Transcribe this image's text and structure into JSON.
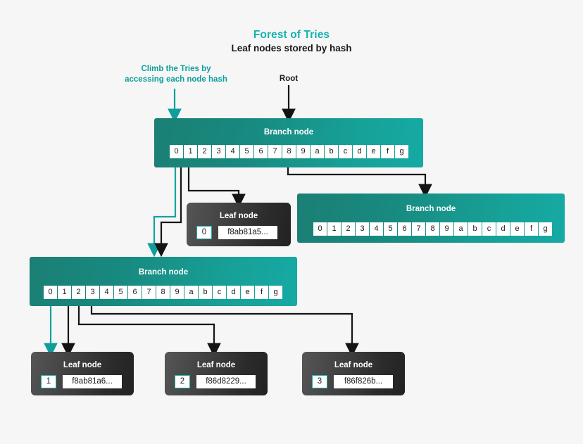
{
  "background_color": "#f6f6f6",
  "colors": {
    "accent_teal": "#15b3b0",
    "branch_teal_dark": "#1b7f74",
    "branch_teal_light": "#15aaa4",
    "leaf_dark": "#2b2b2b",
    "arrow_black": "#141414",
    "arrow_teal": "#0f9e9b"
  },
  "header": {
    "title": "Forest of Tries",
    "subtitle": "Leaf nodes stored by hash"
  },
  "annotations": {
    "climb": "Climb the Tries by\naccessing each node hash",
    "root": "Root"
  },
  "branch_label": "Branch node",
  "leaf_label": "Leaf node",
  "nibbles": [
    "0",
    "1",
    "2",
    "3",
    "4",
    "5",
    "6",
    "7",
    "8",
    "9",
    "a",
    "b",
    "c",
    "d",
    "e",
    "f",
    "g"
  ],
  "nodes": {
    "branch_top": {
      "label": "Branch node",
      "cells": [
        "0",
        "1",
        "2",
        "3",
        "4",
        "5",
        "6",
        "7",
        "8",
        "9",
        "a",
        "b",
        "c",
        "d",
        "e",
        "f",
        "g"
      ]
    },
    "branch_right": {
      "label": "Branch node",
      "cells": [
        "0",
        "1",
        "2",
        "3",
        "4",
        "5",
        "6",
        "7",
        "8",
        "9",
        "a",
        "b",
        "c",
        "d",
        "e",
        "f",
        "g"
      ]
    },
    "branch_left": {
      "label": "Branch node",
      "cells": [
        "0",
        "1",
        "2",
        "3",
        "4",
        "5",
        "6",
        "7",
        "8",
        "9",
        "a",
        "b",
        "c",
        "d",
        "e",
        "f",
        "g"
      ]
    },
    "leaf_0": {
      "label": "Leaf node",
      "index": "0",
      "hash": "f8ab81a5..."
    },
    "leaf_1": {
      "label": "Leaf node",
      "index": "1",
      "hash": "f8ab81a6..."
    },
    "leaf_2": {
      "label": "Leaf node",
      "index": "2",
      "hash": "f86d8229..."
    },
    "leaf_3": {
      "label": "Leaf node",
      "index": "3",
      "hash": "f86f826b..."
    }
  }
}
